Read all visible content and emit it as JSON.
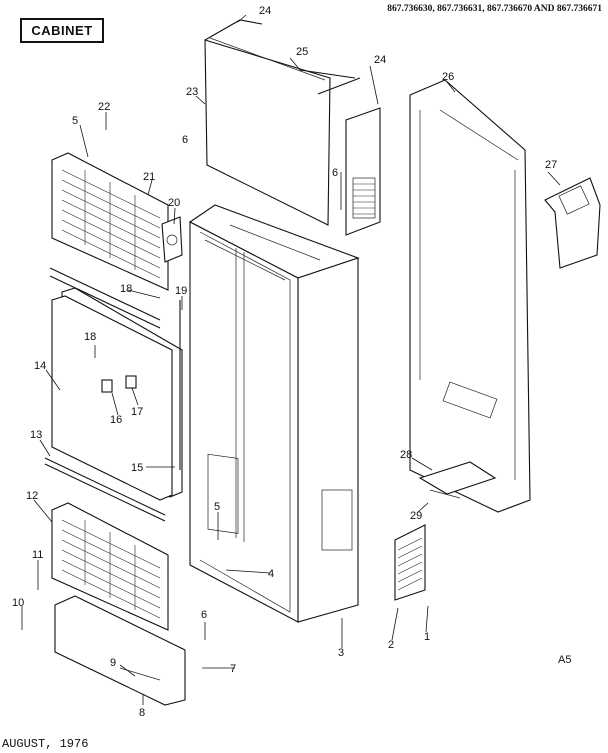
{
  "header": {
    "section_title": "CABINET",
    "model_numbers": "867.736630, 867.736631, 867.736670 AND 867.736671"
  },
  "footer": {
    "date": "AUGUST, 1976",
    "page_code": "A5"
  },
  "part_callouts": {
    "p1": "1",
    "p2": "2",
    "p3": "3",
    "p4": "4",
    "p5a": "5",
    "p5b": "5",
    "p6a": "6",
    "p6b": "6",
    "p6c": "6",
    "p7": "7",
    "p8": "8",
    "p9": "9",
    "p10": "10",
    "p11": "11",
    "p12": "12",
    "p13": "13",
    "p14": "14",
    "p15": "15",
    "p16": "16",
    "p17": "17",
    "p18a": "18",
    "p18b": "18",
    "p19": "19",
    "p20": "20",
    "p21": "21",
    "p22": "22",
    "p23": "23",
    "p24a": "24",
    "p24b": "24",
    "p25": "25",
    "p26": "26",
    "p27": "27",
    "p28": "28",
    "p29": "29"
  }
}
